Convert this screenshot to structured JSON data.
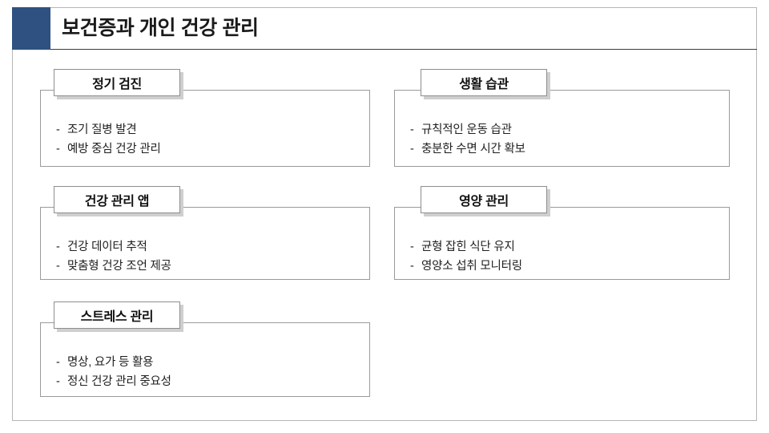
{
  "slide": {
    "title": "보건증과 개인 건강 관리",
    "accent_color": "#2e5181",
    "frame_border_color": "#b6b6b6",
    "header_rule_color": "#3c3c3c",
    "background_color": "#ffffff",
    "bullet_marker": "-"
  },
  "cards": [
    {
      "label": "정기 검진",
      "bullets": [
        "조기 질병 발견",
        "예방 중심 건강 관리"
      ]
    },
    {
      "label": "생활 습관",
      "bullets": [
        "규칙적인 운동 습관",
        "충분한 수면 시간 확보"
      ]
    },
    {
      "label": "건강 관리 앱",
      "bullets": [
        "건강 데이터 추적",
        "맞춤형 건강 조언 제공"
      ]
    },
    {
      "label": "영양 관리",
      "bullets": [
        "균형 잡힌 식단 유지",
        "영양소 섭취 모니터링"
      ]
    },
    {
      "label": "스트레스 관리",
      "bullets": [
        "명상, 요가 등 활용",
        "정신 건강 관리 중요성"
      ]
    }
  ]
}
